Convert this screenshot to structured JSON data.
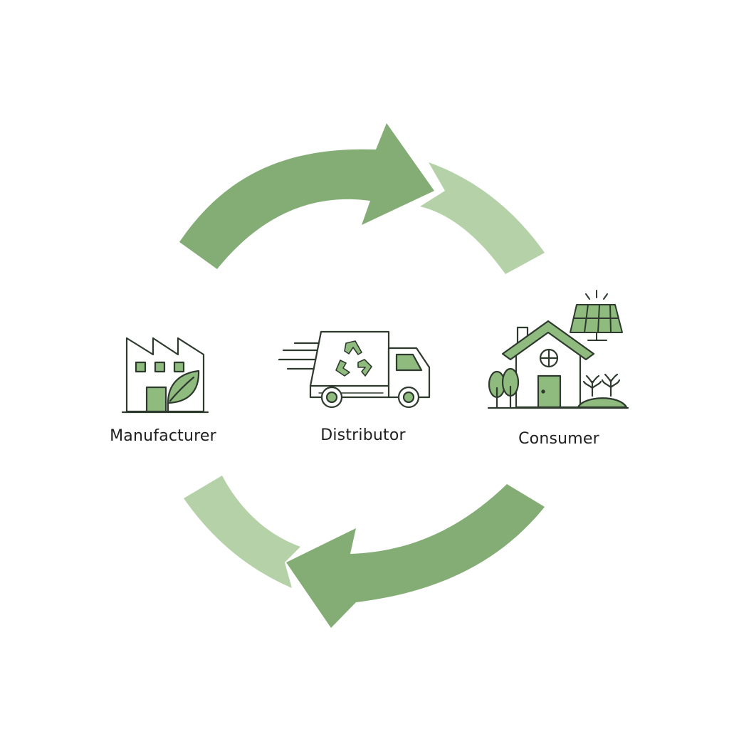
{
  "nodes": {
    "manufacturer": {
      "label": "Manufacturer",
      "icon": "factory-icon"
    },
    "distributor": {
      "label": "Distributor",
      "icon": "delivery-truck-icon"
    },
    "consumer": {
      "label": "Consumer",
      "icon": "house-icon"
    }
  },
  "colors": {
    "arrow_dark": "#84ad76",
    "arrow_light": "#b4d1a8",
    "icon_fill": "#8fbb7f",
    "icon_stroke": "#2d3a2d"
  }
}
